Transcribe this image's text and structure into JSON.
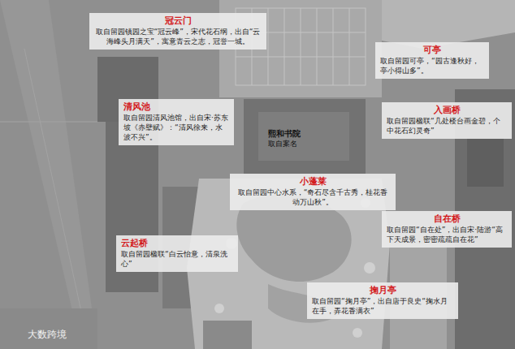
{
  "diagram": {
    "nodes": [
      {
        "text": [
          "冠云门",
          "取自留园镇园之宝“冠云峰”，宋代花石纲，出自“云海峰头月满天”，寓意青云之志，冠誉一城。"
        ]
      },
      {
        "text": [
          "可亭",
          "取自留园可亭，“园古逢秋好，亭小得山多”。"
        ]
      },
      {
        "text": [
          "清风池",
          "取自留园清风池馆，出自宋·苏东坡《赤壁赋》：“清风徐来，水波不兴”。"
        ]
      },
      {
        "text": [
          "熙和书院",
          "取自案名"
        ]
      },
      {
        "text": [
          "入画桥",
          "取自留园楹联“几处楼台画金碧，个中花石幻灵奇”"
        ]
      },
      {
        "text": [
          "小蓬莱",
          "取自留园中心水系，“奇石尽含千古秀，桂花香动万山秋”。"
        ]
      },
      {
        "text": [
          "自在桥",
          "取自留园“自在处”，出自宋·陆游“高下天成景，密密疏疏自在花”"
        ]
      },
      {
        "text": [
          "云起桥",
          "取自留园楹联“白云怡意，清泉洗心”"
        ]
      },
      {
        "text": [
          "掬月亭",
          "取自留园“掬月亭”，出自唐于良史“掬水月在手，弄花香满衣”"
        ]
      }
    ],
    "labels": [
      "大数跨境"
    ]
  }
}
